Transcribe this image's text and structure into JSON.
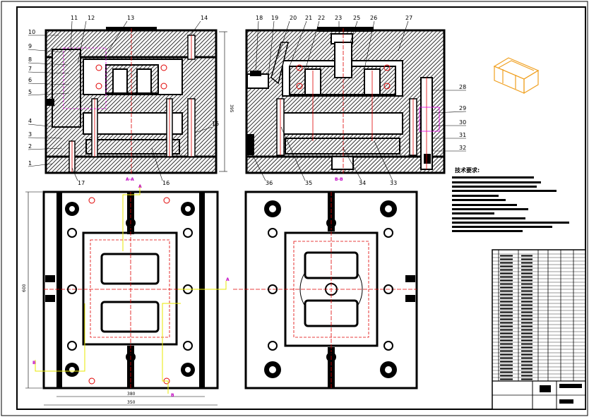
{
  "callouts_left": [
    "10",
    "9",
    "8",
    "7",
    "6",
    "5",
    "4",
    "3",
    "2",
    "1"
  ],
  "callouts_top_left": [
    "11",
    "12",
    "13",
    "14"
  ],
  "callouts_bottom_left": [
    "17",
    "16",
    "15"
  ],
  "callouts_top_right": [
    "18",
    "19",
    "20",
    "21",
    "22",
    "23",
    "25",
    "26",
    "27"
  ],
  "callouts_right": [
    "28",
    "29",
    "30",
    "31",
    "32"
  ],
  "callouts_bottom_right": [
    "36",
    "35",
    "34",
    "33"
  ],
  "section_labels": {
    "top_left": "A-A",
    "top_right": "B-B",
    "marker_a": "A",
    "marker_b": "B"
  },
  "dimensions": {
    "height_right": "395",
    "height_plan": "600",
    "width_inner": "380",
    "width_outer": "350"
  },
  "notes_title": "技术要求:",
  "colors": {
    "ink": "#000000",
    "center_line": "#e00000",
    "section_line": "#e8e800",
    "section_text": "#c000c0",
    "part_3d": "#f0a020"
  }
}
